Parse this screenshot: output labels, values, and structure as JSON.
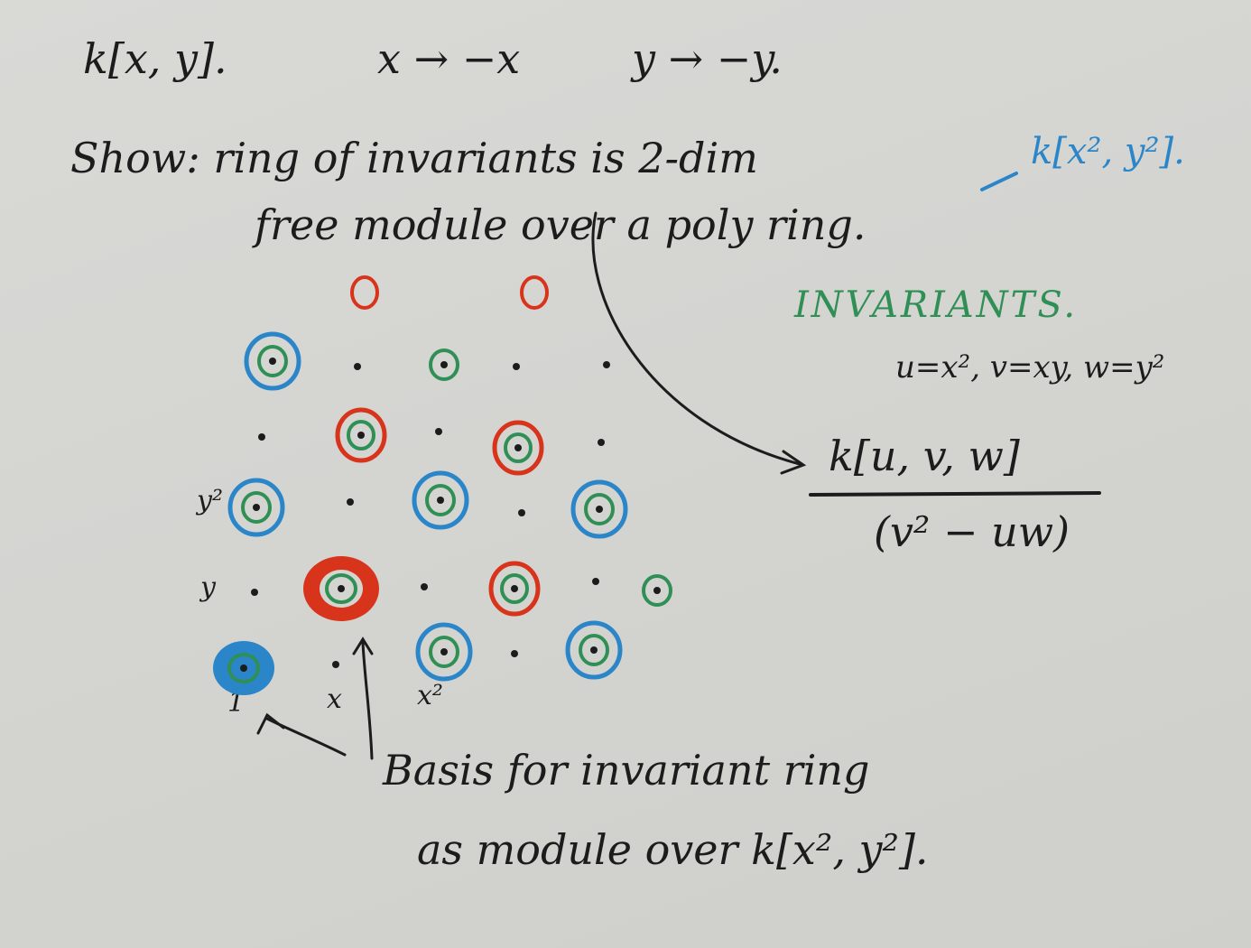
{
  "board": {
    "line1": {
      "ring": "k[x, y].",
      "map_x": "x → −x",
      "map_y": "y → −y."
    },
    "task": {
      "line_a": "Show: ring of invariants is 2-dim",
      "line_b": "free module over a poly ring.",
      "subring": "k[x², y²]."
    },
    "invariants": {
      "heading": "INVARIANTS.",
      "defs": "u=x², v=xy, w=y²",
      "quotient_numerator": "k[u, v, w]",
      "quotient_denominator": "(v² − uw)"
    },
    "lattice_labels": {
      "one": "1",
      "x": "x",
      "x_squared": "x²",
      "y": "y",
      "y_squared": "y²"
    },
    "basis_note": {
      "line_a": "Basis for invariant ring",
      "line_b": "as module over k[x², y²]."
    },
    "colors": {
      "ink": "#1c1c1c",
      "blue": "#2a86c9",
      "green": "#2f8f55",
      "red": "#d8341c"
    }
  }
}
